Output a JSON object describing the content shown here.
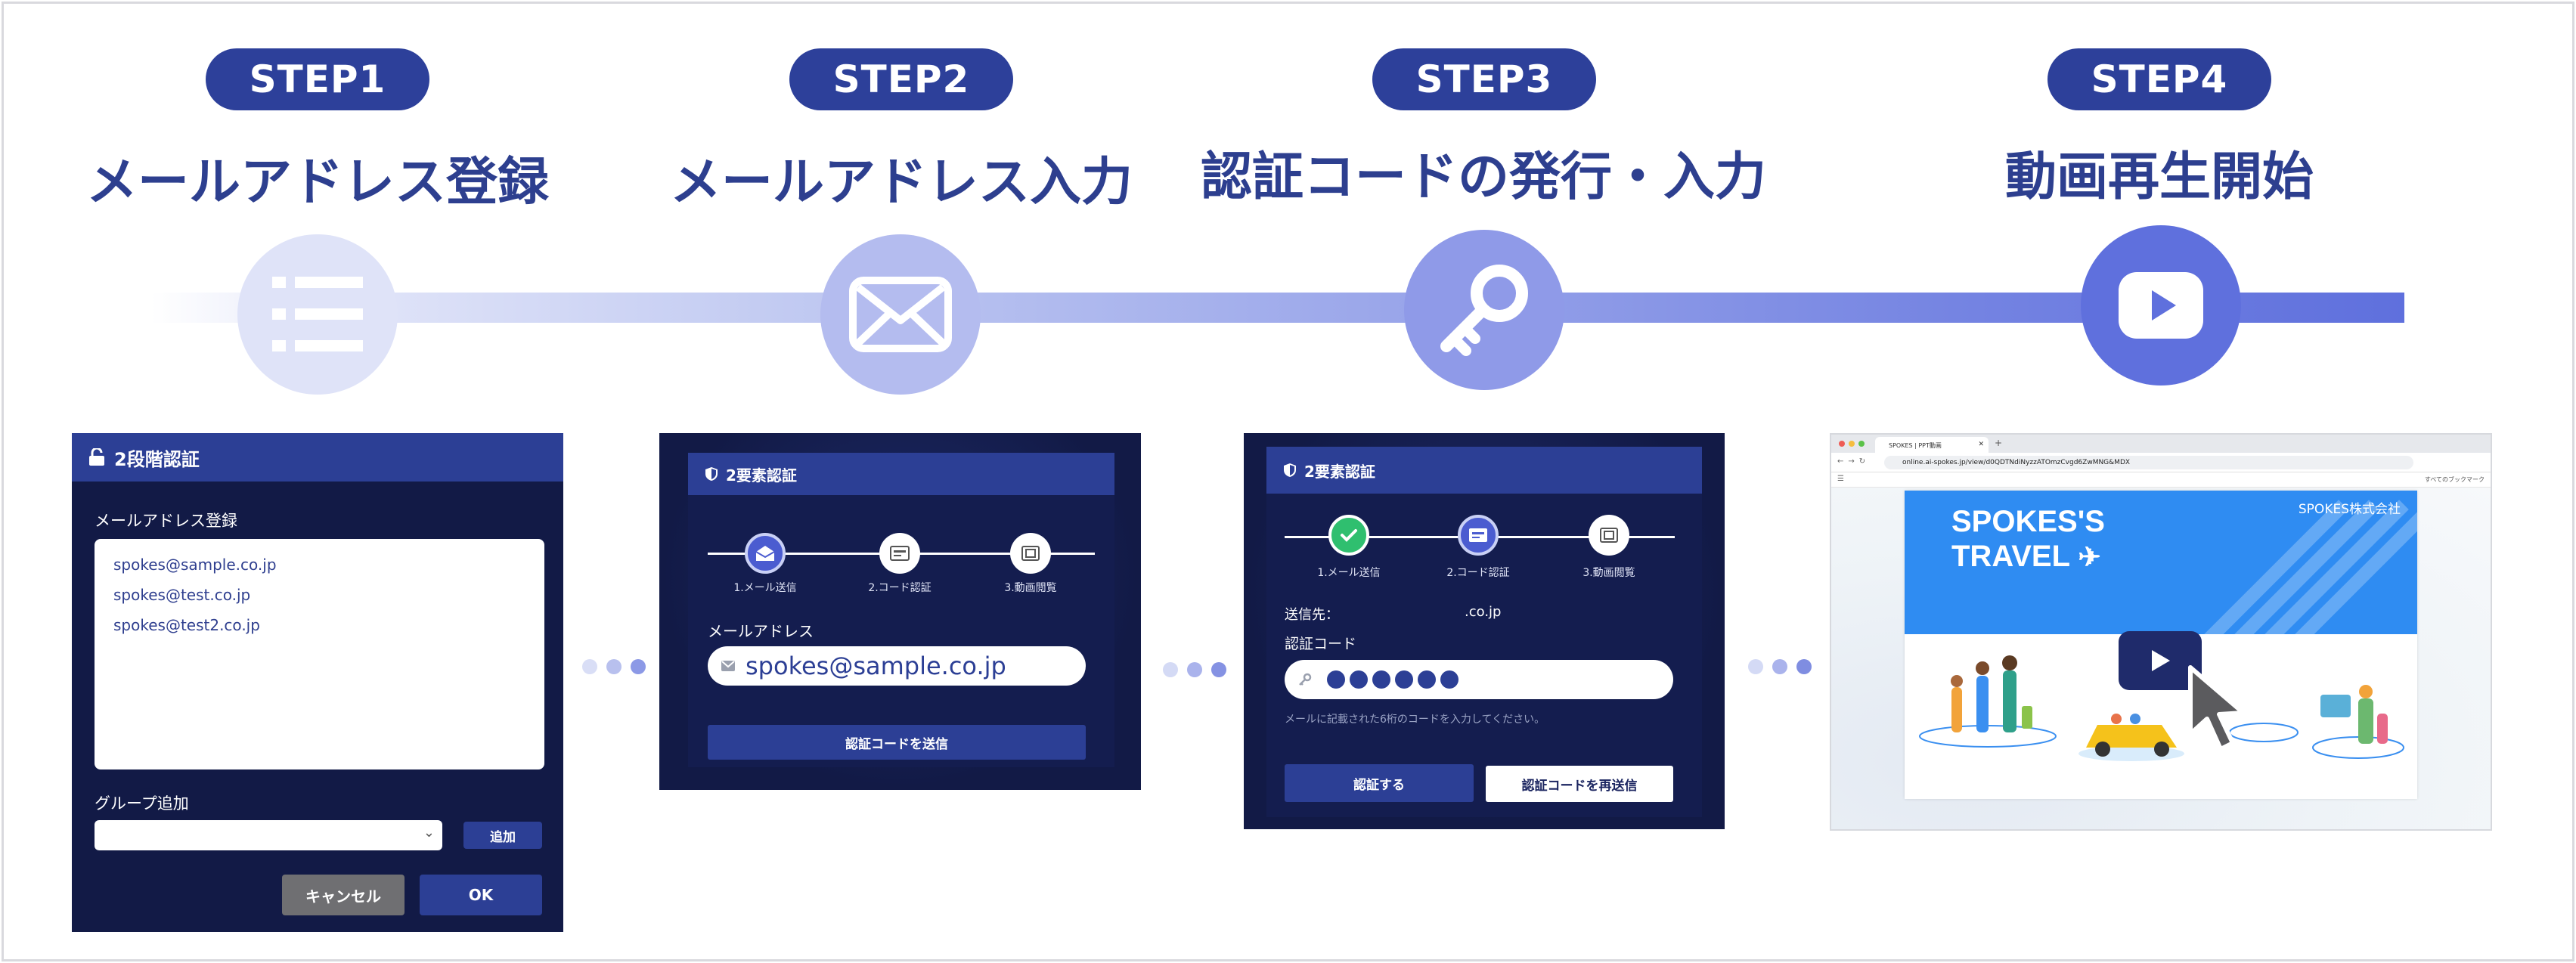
{
  "steps": [
    {
      "pill": "STEP1",
      "title": "メールアドレス登録"
    },
    {
      "pill": "STEP2",
      "title": "メールアドレス入力"
    },
    {
      "pill": "STEP3",
      "title": "認証コードの発行・入力"
    },
    {
      "pill": "STEP4",
      "title": "動画再生開始"
    }
  ],
  "timeline_icons": [
    "list-icon",
    "envelope-icon",
    "key-icon",
    "play-icon"
  ],
  "colors": {
    "accent": "#2d409a",
    "title": "#2d3f8f",
    "panel": "#121a46",
    "panel_head": "#2c3f95"
  },
  "panel1": {
    "title": "2段階認証",
    "email_label": "メールアドレス登録",
    "emails": [
      "spokes@sample.co.jp",
      "spokes@test.co.jp",
      "spokes@test2.co.jp"
    ],
    "group_label": "グループ追加",
    "add_button": "追加",
    "cancel_button": "キャンセル",
    "ok_button": "OK"
  },
  "panel2": {
    "title": "2要素認証",
    "progress": [
      "1.メール送信",
      "2.コード認証",
      "3.動画閲覧"
    ],
    "email_label": "メールアドレス",
    "email_value": "spokes@sample.co.jp",
    "send_button": "認証コードを送信"
  },
  "panel3": {
    "title": "2要素認証",
    "progress": [
      "1.メール送信",
      "2.コード認証",
      "3.動画閲覧"
    ],
    "sent_to_label": "送信先：",
    "sent_to_value": ".co.jp",
    "code_label": "認証コード",
    "code_hint": "メールに記載された6桁のコードを入力してください。",
    "verify_button": "認証する",
    "resend_button": "認証コードを再送信"
  },
  "panel4": {
    "tab_title": "SPOKES | PPT動画",
    "url": "online.ai-spokes.jp/view/d0QDTNdiNyzzATOmzCvgd6ZwMNG&MDX",
    "bookmarks": "すべてのブックマーク",
    "slide_title": [
      "SPOKES'S",
      "TRAVEL"
    ],
    "slide_company": "SPOKES株式会社"
  }
}
